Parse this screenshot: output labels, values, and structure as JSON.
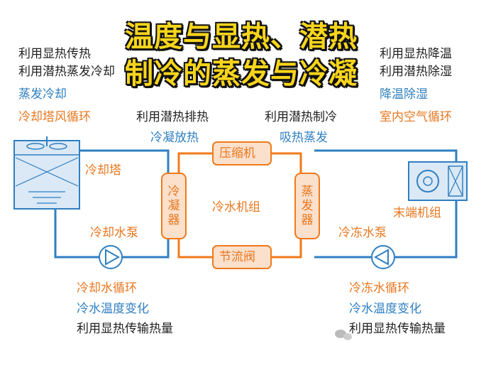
{
  "overlay_title": {
    "line1": "温度与显热、潜热",
    "line2": "制冷的蒸发与冷凝"
  },
  "left_top": {
    "line1": "利用显热传热",
    "line2": "利用潜热蒸发冷却",
    "line3": "蒸发冷却",
    "line4": "冷却塔风循环"
  },
  "right_top": {
    "line1": "利用显热降温",
    "line2": "利用潜热除湿",
    "line3": "降温除湿",
    "line4": "室内空气循环"
  },
  "middle": {
    "latent_reject": "利用潜热排热",
    "latent_cool": "利用潜热制冷",
    "condense_release": "冷凝放热",
    "absorb_evaporate": "吸热蒸发",
    "compressor": "压缩机",
    "chiller": "冷水机组",
    "throttle_valve": "节流阀",
    "condenser": "冷凝器",
    "evaporator": "蒸发器"
  },
  "left_loop": {
    "cooling_tower": "冷却塔",
    "cooling_pump": "冷却水泵",
    "loop_name": "冷却水循环",
    "temp_change": "冷水温度变化",
    "sensible": "利用显热传输热量"
  },
  "right_loop": {
    "terminal_unit": "末端机组",
    "chilled_pump": "冷冻水泵",
    "loop_name": "冷冻水循环",
    "temp_change": "冷水温度变化",
    "sensible": "利用显热传输热量"
  },
  "colors": {
    "blue": "#2f7fc1",
    "orange": "#f07a1a",
    "box_fill": "#fbe0cc",
    "tower_fill": "#dbe9f6",
    "title_yellow": "#f8d51c"
  }
}
